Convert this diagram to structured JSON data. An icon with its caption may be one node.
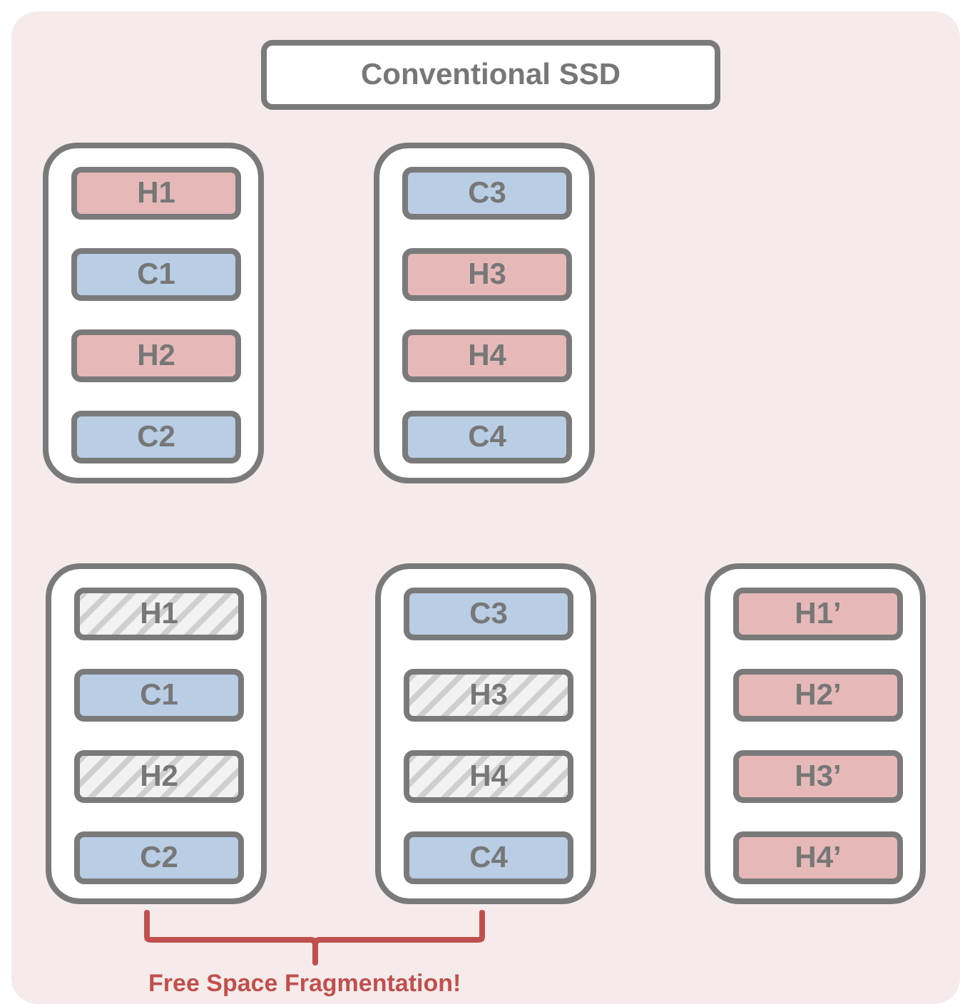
{
  "diagram": {
    "nodes": [
      {
        "text": [
          "Conventional SSD"
        ]
      },
      {
        "text": [],
        "shape": "box"
      },
      {
        "text": [
          "H1"
        ],
        "in": 1
      },
      {
        "text": [
          "C1"
        ],
        "in": 1
      },
      {
        "text": [
          "H2"
        ],
        "in": 1
      },
      {
        "text": [
          "C2"
        ],
        "in": 1
      },
      {
        "text": [],
        "shape": "box"
      },
      {
        "text": [
          "C3"
        ],
        "in": 6
      },
      {
        "text": [
          "H3"
        ],
        "in": 6
      },
      {
        "text": [
          "H4"
        ],
        "in": 6
      },
      {
        "text": [
          "C4"
        ],
        "in": 6
      },
      {
        "text": [],
        "shape": "box"
      },
      {
        "text": [
          "H1"
        ],
        "in": 11
      },
      {
        "text": [
          "C1"
        ],
        "in": 11
      },
      {
        "text": [
          "H2"
        ],
        "in": 11
      },
      {
        "text": [
          "C2"
        ],
        "in": 11
      },
      {
        "text": [],
        "shape": "box"
      },
      {
        "text": [
          "C3"
        ],
        "in": 16
      },
      {
        "text": [
          "H3"
        ],
        "in": 16
      },
      {
        "text": [
          "H4"
        ],
        "in": 16
      },
      {
        "text": [
          "C4"
        ],
        "in": 16
      },
      {
        "text": [],
        "shape": "box"
      },
      {
        "text": [
          "H1’"
        ],
        "in": 21
      },
      {
        "text": [
          "H2’"
        ],
        "in": 21
      },
      {
        "text": [
          "H3’"
        ],
        "in": 21
      },
      {
        "text": [
          "H4’"
        ],
        "in": 21
      }
    ],
    "labels": [
      "Free Space Fragmentation!"
    ]
  }
}
